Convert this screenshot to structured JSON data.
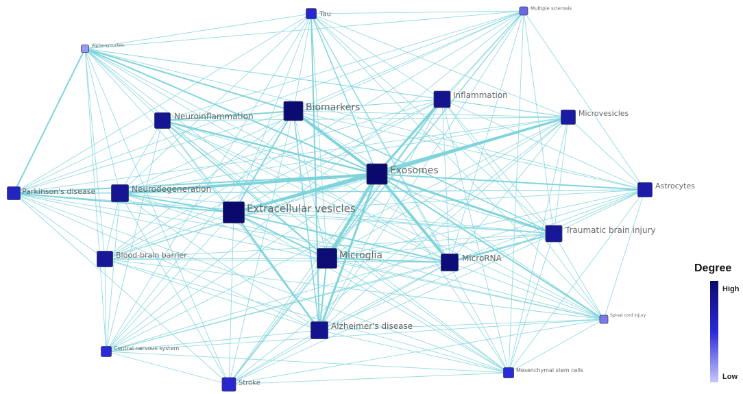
{
  "legend": {
    "title": "Degree",
    "high": "High",
    "low": "Low",
    "color_high": "#0a0a6e",
    "color_low": "#c8c8ff"
  },
  "edge_color": "#7fd4dc",
  "nodes": [
    {
      "id": "tau",
      "label": "Tau",
      "degree": 0.55
    },
    {
      "id": "ms",
      "label": "Multiple sclerosis",
      "degree": 0.3
    },
    {
      "id": "as",
      "label": "Alpha-synuclein",
      "degree": 0.15
    },
    {
      "id": "infl",
      "label": "Inflammation",
      "degree": 0.85
    },
    {
      "id": "bio",
      "label": "Biomarkers",
      "degree": 0.98
    },
    {
      "id": "neuroinfl",
      "label": "Neuroinflammation",
      "degree": 0.82
    },
    {
      "id": "mv",
      "label": "Microvesicles",
      "degree": 0.75
    },
    {
      "id": "exo",
      "label": "Exosomes",
      "degree": 1.0
    },
    {
      "id": "pd",
      "label": "Parkinson's disease",
      "degree": 0.6
    },
    {
      "id": "neurodeg",
      "label": "Neurodegeneration",
      "degree": 0.82
    },
    {
      "id": "astro",
      "label": "Astrocytes",
      "degree": 0.72
    },
    {
      "id": "ev",
      "label": "Extracellular vesicles",
      "degree": 1.0
    },
    {
      "id": "tbi",
      "label": "Traumatic brain injury",
      "degree": 0.8
    },
    {
      "id": "micro",
      "label": "Microglia",
      "degree": 0.97
    },
    {
      "id": "mirna",
      "label": "MicroRNA",
      "degree": 0.95
    },
    {
      "id": "bbb",
      "label": "Blood-brain barrier",
      "degree": 0.8
    },
    {
      "id": "sci",
      "label": "Spinal cord injury",
      "degree": 0.25
    },
    {
      "id": "ad",
      "label": "Alzheimer's disease",
      "degree": 0.85
    },
    {
      "id": "cns",
      "label": "Central nervous system",
      "degree": 0.5
    },
    {
      "id": "msc",
      "label": "Mesenchymal stem cells",
      "degree": 0.5
    },
    {
      "id": "stroke",
      "label": "Stroke",
      "degree": 0.55
    }
  ],
  "thick_edges": [
    [
      "exo",
      "ev",
      4
    ],
    [
      "exo",
      "neurodeg",
      4
    ],
    [
      "exo",
      "bio",
      4
    ],
    [
      "exo",
      "micro",
      4
    ],
    [
      "exo",
      "mirna",
      4
    ],
    [
      "exo",
      "ad",
      3
    ],
    [
      "exo",
      "infl",
      3
    ],
    [
      "exo",
      "mv",
      3
    ],
    [
      "exo",
      "tbi",
      3
    ],
    [
      "exo",
      "neuroinfl",
      2.5
    ],
    [
      "exo",
      "astro",
      2
    ],
    [
      "exo",
      "pd",
      2
    ],
    [
      "ev",
      "neurodeg",
      2
    ],
    [
      "ev",
      "bio",
      2
    ],
    [
      "ev",
      "ad",
      2.5
    ],
    [
      "ev",
      "micro",
      2
    ],
    [
      "ev",
      "mirna",
      2
    ],
    [
      "ev",
      "pd",
      2
    ],
    [
      "ev",
      "mv",
      2.5
    ],
    [
      "bio",
      "neuroinfl",
      2
    ],
    [
      "as",
      "bio",
      2
    ],
    [
      "as",
      "exo",
      2
    ],
    [
      "as",
      "pd",
      2
    ],
    [
      "tau",
      "ad",
      2
    ],
    [
      "tau",
      "exo",
      1.5
    ],
    [
      "micro",
      "ad",
      2
    ],
    [
      "micro",
      "mirna",
      2
    ],
    [
      "mirna",
      "tbi",
      2
    ],
    [
      "sci",
      "exo",
      2
    ],
    [
      "neuroinfl",
      "micro",
      1.5
    ],
    [
      "infl",
      "micro",
      1.5
    ],
    [
      "bio",
      "ad",
      1.5
    ],
    [
      "bio",
      "tbi",
      1.5
    ]
  ]
}
